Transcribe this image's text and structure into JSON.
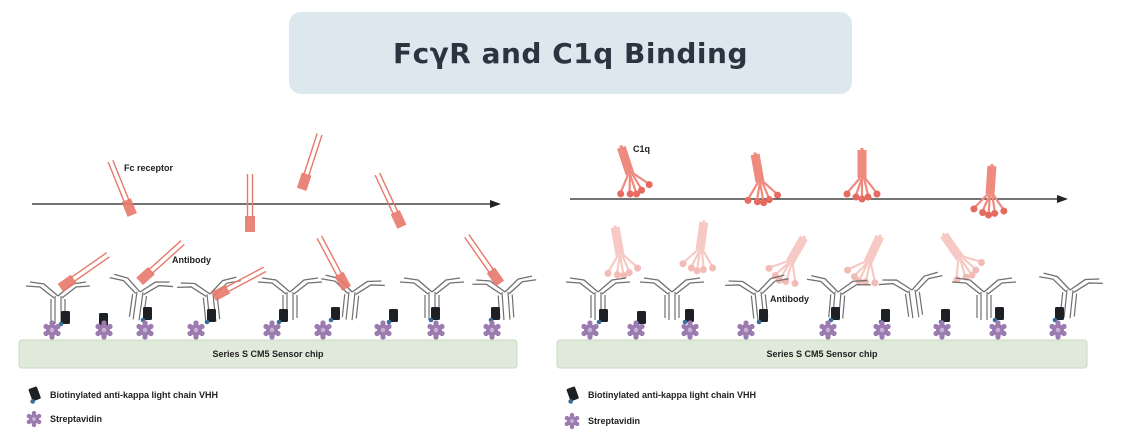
{
  "title": "FcγR and C1q Binding",
  "left_panel": {
    "receptor_label": "Fc receptor",
    "antibody_label": "Antibody",
    "chip_label": "Series S CM5 Sensor chip",
    "legend": [
      {
        "icon": "vhh-icon",
        "label": "Biotinylated anti-kappa light chain VHH"
      },
      {
        "icon": "streptavidin-icon",
        "label": "Streptavidin"
      }
    ]
  },
  "right_panel": {
    "c1q_label": "C1q",
    "antibody_label": "Antibody",
    "chip_label": "Series S CM5 Sensor chip",
    "legend": [
      {
        "icon": "vhh-icon",
        "label": "Biotinylated anti-kappa light chain VHH"
      },
      {
        "icon": "streptavidin-icon",
        "label": "Streptavidin"
      }
    ]
  },
  "colors": {
    "title_bg": "#dde7ee",
    "chip_fill": "#dfeadb",
    "receptor": "#e8786a",
    "c1q": "#ef8a7e",
    "streptavidin": "#9b7bb0",
    "vhh": "#1d2125",
    "antibody_outline": "#707070"
  }
}
